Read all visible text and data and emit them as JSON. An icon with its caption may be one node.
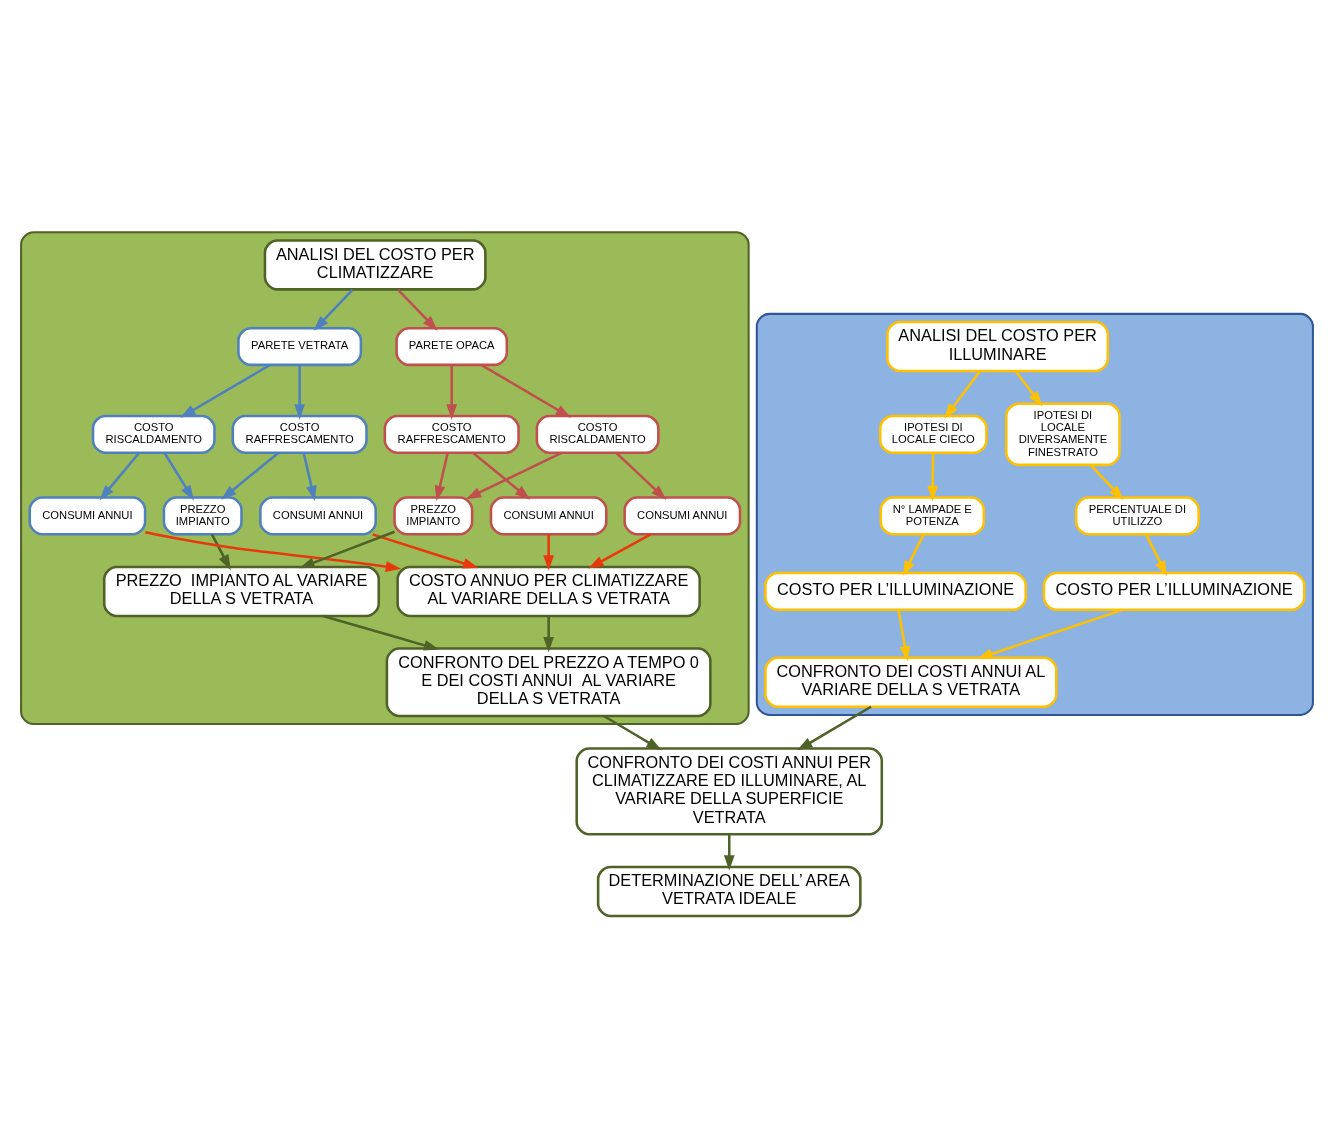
{
  "diagram": {
    "nodes": [
      {
        "text": [],
        "shape": "box"
      },
      {
        "text": [
          "ANALISI DEL COSTO PER CLIMATIZZARE"
        ],
        "in": 0
      },
      {
        "text": [
          "PARETE VETRATA"
        ],
        "in": 0
      },
      {
        "text": [
          "PARETE OPACA"
        ],
        "in": 0
      },
      {
        "text": [
          "COSTO RAFFRESCAMENTO"
        ],
        "in": 0
      },
      {
        "text": [
          "COSTO RISCALDAMENTO"
        ],
        "in": 0
      },
      {
        "text": [
          "COSTO RAFFRESCAMENTO"
        ],
        "in": 0
      },
      {
        "text": [
          "COSTO RISCALDAMENTO"
        ],
        "in": 0
      },
      {
        "text": [
          "CONSUMI ANNUI"
        ],
        "in": 0
      },
      {
        "text": [
          "PREZZO IMPIANTO"
        ],
        "in": 0
      },
      {
        "text": [
          "CONSUMI ANNUI"
        ],
        "in": 0
      },
      {
        "text": [
          "CONSUMI ANNUI"
        ],
        "in": 0
      },
      {
        "text": [
          "PREZZO IMPIANTO"
        ],
        "in": 0
      },
      {
        "text": [
          "CONSUMI ANNUI"
        ],
        "in": 0
      },
      {
        "text": [
          "PREZZO  IMPIANTO AL VARIARE DELLA S VETRATA"
        ],
        "in": 0
      },
      {
        "text": [
          "COSTO ANNUO PER CLIMATIZZARE AL VARIARE DELLA S VETRATA"
        ],
        "in": 0
      },
      {
        "text": [
          "CONFRONTO DEL PREZZO A TEMPO 0 E DEI COSTI ANNUI  AL VARIARE DELLA S VETRATA"
        ],
        "in": 0
      },
      {
        "text": [],
        "shape": "box"
      },
      {
        "text": [
          "ANALISI DEL COSTO PER ILLUMINARE"
        ],
        "in": 17
      },
      {
        "text": [
          "IPOTESI DI LOCALE CIECO"
        ],
        "in": 17
      },
      {
        "text": [
          "IPOTESI DI LOCALE DIVERSAMENTE FINESTRATO"
        ],
        "in": 17
      },
      {
        "text": [
          "N° LAMPADE E POTENZA"
        ],
        "in": 17
      },
      {
        "text": [
          "PERCENTUALE DI UTILIZZO"
        ],
        "in": 17
      },
      {
        "text": [
          "COSTO PER L’ILLUMINAZIONE"
        ],
        "in": 17
      },
      {
        "text": [
          "COSTO PER L’ILLUMINAZIONE"
        ],
        "in": 17
      },
      {
        "text": [
          "CONFRONTO DEI COSTI ANNUI AL VARIARE DELLA S VETRATA"
        ],
        "in": 17
      },
      {
        "text": [
          "CONFRONTO DEI COSTI ANNUI PER CLIMATIZZARE ED ILLUMINARE, AL VARIARE DELLA SUPERFICIE VETRATA"
        ]
      },
      {
        "text": [
          "DETERMINAZIONE DELL’ AREA VETRATA IDEALE"
        ]
      }
    ],
    "edges": [
      {
        "from": 1,
        "to": 2,
        "arrow": "to",
        "color": "#4f81bd"
      },
      {
        "from": 1,
        "to": 3,
        "arrow": "to",
        "color": "#c0504d"
      },
      {
        "from": 2,
        "to": 4,
        "arrow": "to",
        "color": "#4f81bd"
      },
      {
        "from": 2,
        "to": 5,
        "arrow": "to",
        "color": "#4f81bd"
      },
      {
        "from": 3,
        "to": 6,
        "arrow": "to",
        "color": "#c0504d"
      },
      {
        "from": 3,
        "to": 7,
        "arrow": "to",
        "color": "#c0504d"
      },
      {
        "from": 4,
        "to": 8,
        "arrow": "to",
        "color": "#4f81bd"
      },
      {
        "from": 4,
        "to": 9,
        "arrow": "to",
        "color": "#4f81bd"
      },
      {
        "from": 5,
        "to": 9,
        "arrow": "to",
        "color": "#4f81bd"
      },
      {
        "from": 5,
        "to": 10,
        "arrow": "to",
        "color": "#4f81bd"
      },
      {
        "from": 6,
        "to": 11,
        "arrow": "to",
        "color": "#c0504d"
      },
      {
        "from": 6,
        "to": 12,
        "arrow": "to",
        "color": "#c0504d"
      },
      {
        "from": 7,
        "to": 12,
        "arrow": "to",
        "color": "#c0504d"
      },
      {
        "from": 7,
        "to": 13,
        "arrow": "to",
        "color": "#c0504d"
      },
      {
        "from": 8,
        "to": 15,
        "arrow": "to",
        "color": "#e8380d"
      },
      {
        "from": 9,
        "to": 14,
        "arrow": "to",
        "color": "#4f6228"
      },
      {
        "from": 10,
        "to": 15,
        "arrow": "to",
        "color": "#e8380d"
      },
      {
        "from": 11,
        "to": 15,
        "arrow": "to",
        "color": "#e8380d"
      },
      {
        "from": 12,
        "to": 14,
        "arrow": "to",
        "color": "#4f6228"
      },
      {
        "from": 13,
        "to": 15,
        "arrow": "to",
        "color": "#e8380d"
      },
      {
        "from": 14,
        "to": 16,
        "arrow": "to",
        "color": "#4f6228"
      },
      {
        "from": 15,
        "to": 16,
        "arrow": "to",
        "color": "#4f6228"
      },
      {
        "from": 18,
        "to": 19,
        "arrow": "to",
        "color": "#ffc000"
      },
      {
        "from": 18,
        "to": 20,
        "arrow": "to",
        "color": "#ffc000"
      },
      {
        "from": 19,
        "to": 21,
        "arrow": "to",
        "color": "#ffc000"
      },
      {
        "from": 20,
        "to": 22,
        "arrow": "to",
        "color": "#ffc000"
      },
      {
        "from": 21,
        "to": 23,
        "arrow": "to",
        "color": "#ffc000"
      },
      {
        "from": 22,
        "to": 24,
        "arrow": "to",
        "color": "#ffc000"
      },
      {
        "from": 23,
        "to": 25,
        "arrow": "to",
        "color": "#ffc000"
      },
      {
        "from": 24,
        "to": 25,
        "arrow": "to",
        "color": "#ffc000"
      },
      {
        "from": 16,
        "to": 26,
        "arrow": "to",
        "color": "#4f6228"
      },
      {
        "from": 25,
        "to": 26,
        "arrow": "to",
        "color": "#4f6228"
      },
      {
        "from": 26,
        "to": 27,
        "arrow": "to",
        "color": "#4f6228"
      }
    ]
  }
}
